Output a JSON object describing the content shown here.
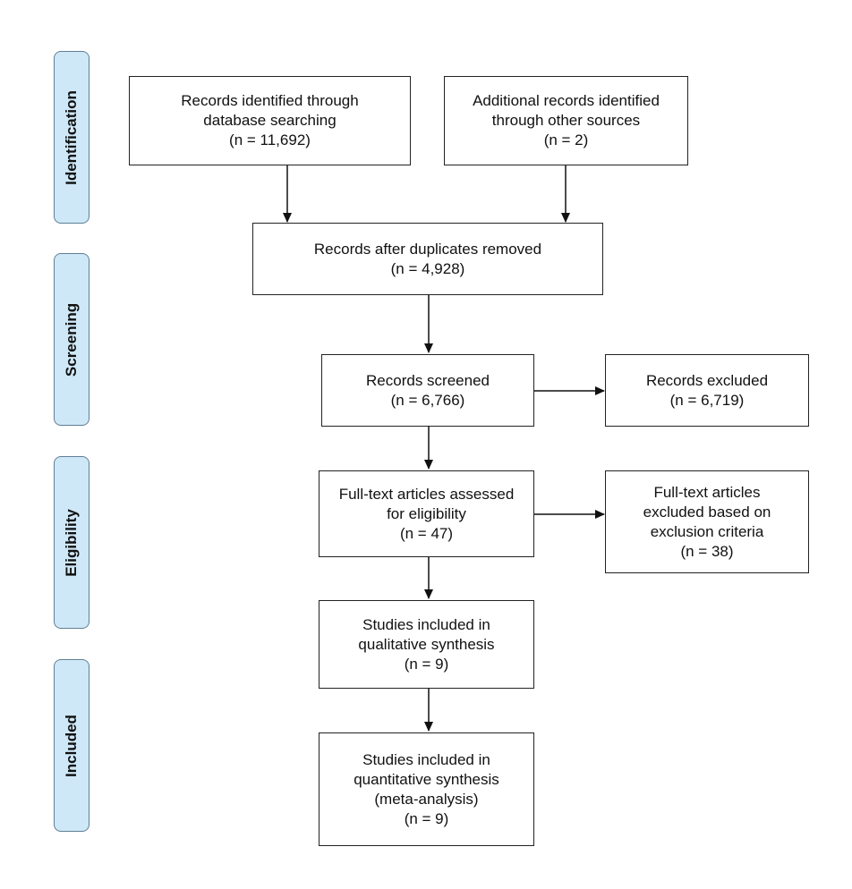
{
  "phases": {
    "identification": "Identification",
    "screening": "Screening",
    "eligibility": "Eligibility",
    "included": "Included"
  },
  "boxes": {
    "db_search": "Records identified through\ndatabase searching\n(n = 11,692)",
    "other_sources": "Additional records identified\nthrough other sources\n(n = 2)",
    "after_duplicates": "Records after duplicates removed\n(n = 4,928)",
    "screened": "Records screened\n(n = 6,766)",
    "excluded": "Records excluded\n(n = 6,719)",
    "fulltext_assessed": "Full-text articles assessed\nfor eligibility\n(n = 47)",
    "fulltext_excluded": "Full-text articles\nexcluded based on\nexclusion criteria\n(n = 38)",
    "qualitative": "Studies included in\nqualitative synthesis\n(n = 9)",
    "quantitative": "Studies included in\nquantitative synthesis\n(meta-analysis)\n(n = 9)"
  }
}
